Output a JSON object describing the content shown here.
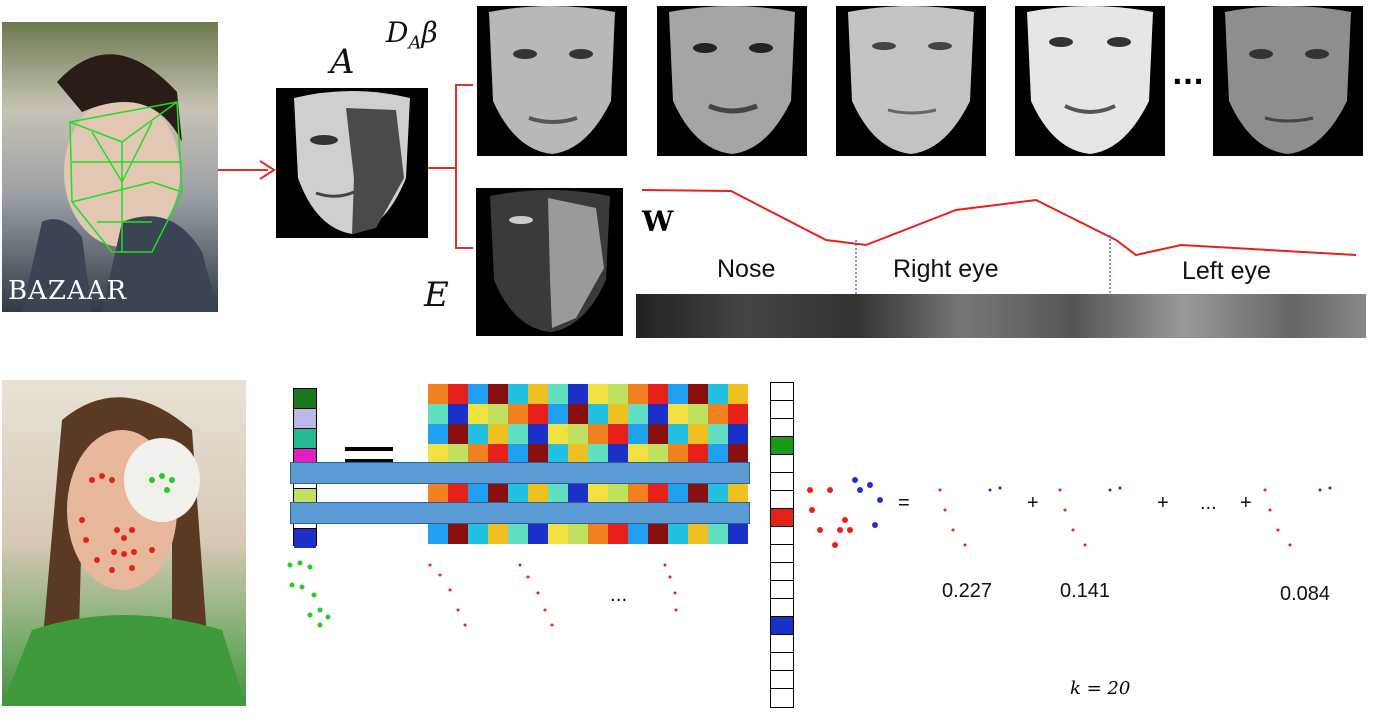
{
  "top": {
    "photo_watermark": "BAZAAR",
    "label_A": "A",
    "label_D": "D",
    "label_D_sub": "A",
    "label_beta": "β",
    "label_E": "E",
    "label_W": "W",
    "dictionary_ellipsis": "...",
    "segments": [
      "Nose",
      "Right eye",
      "Left eye"
    ]
  },
  "bottom": {
    "equals_ellipsis": "...",
    "plus": "+",
    "equals": "=",
    "sum_ellipsis": "...",
    "coefficients": [
      "0.227",
      "0.141",
      "0.084"
    ],
    "k_label": "k = 20"
  },
  "colors": {
    "arrow": "#e0302a",
    "red_points": "#e8201a",
    "green_points": "#22cc22",
    "blue_points": "#2030d0",
    "bar_blue": "#5b9bd5",
    "weight_curve": "#e8201a"
  }
}
